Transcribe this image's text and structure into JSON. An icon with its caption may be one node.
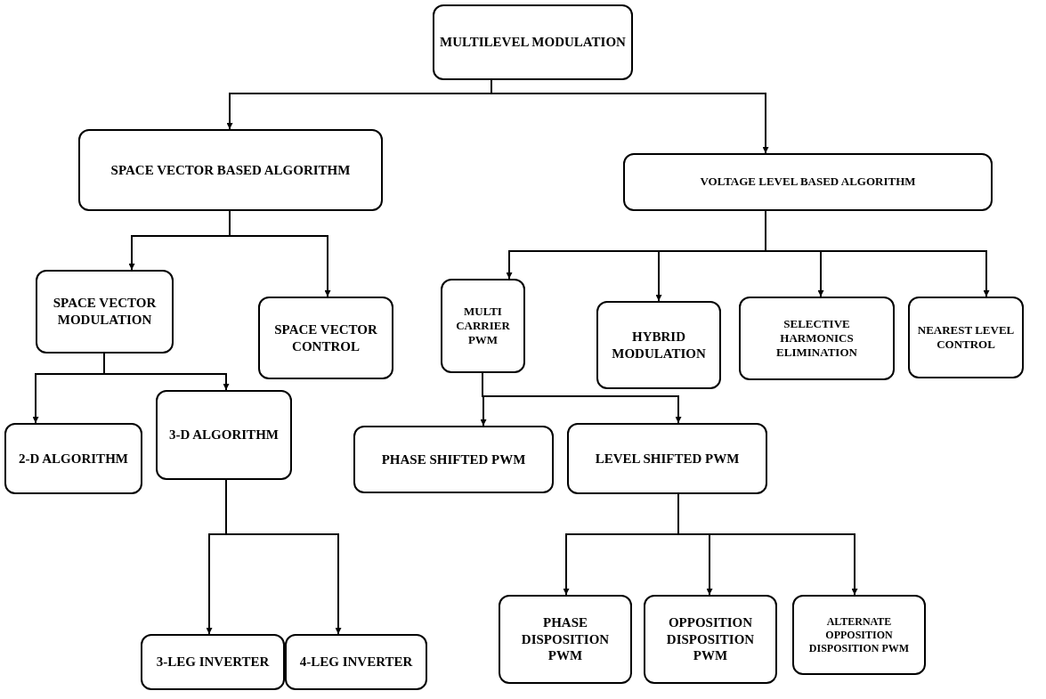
{
  "diagram": {
    "nodes": [
      {
        "text": [
          "MULTILEVEL MODULATION"
        ]
      },
      {
        "text": [
          "SPACE VECTOR BASED ALGORITHM"
        ]
      },
      {
        "text": [
          "VOLTAGE LEVEL BASED ALGORITHM"
        ]
      },
      {
        "text": [
          "SPACE VECTOR MODULATION"
        ]
      },
      {
        "text": [
          "SPACE VECTOR CONTROL"
        ]
      },
      {
        "text": [
          "MULTI CARRIER PWM"
        ]
      },
      {
        "text": [
          "HYBRID MODULATION"
        ]
      },
      {
        "text": [
          "SELECTIVE HARMONICS ELIMINATION"
        ]
      },
      {
        "text": [
          "NEAREST LEVEL CONTROL"
        ]
      },
      {
        "text": [
          "2-D ALGORITHM"
        ]
      },
      {
        "text": [
          "3-D ALGORITHM"
        ]
      },
      {
        "text": [
          "PHASE SHIFTED PWM"
        ]
      },
      {
        "text": [
          "LEVEL SHIFTED PWM"
        ]
      },
      {
        "text": [
          "3-LEG INVERTER"
        ]
      },
      {
        "text": [
          "4-LEG INVERTER"
        ]
      },
      {
        "text": [
          "PHASE DISPOSITION PWM"
        ]
      },
      {
        "text": [
          "OPPOSITION DISPOSITION PWM"
        ]
      },
      {
        "text": [
          "ALTERNATE OPPOSITION DISPOSITION PWM"
        ]
      }
    ],
    "edges": [
      {
        "from": 0,
        "to": 1,
        "arrow": "to"
      },
      {
        "from": 0,
        "to": 2,
        "arrow": "to"
      },
      {
        "from": 1,
        "to": 3,
        "arrow": "to"
      },
      {
        "from": 1,
        "to": 4,
        "arrow": "to"
      },
      {
        "from": 2,
        "to": 5,
        "arrow": "to"
      },
      {
        "from": 2,
        "to": 6,
        "arrow": "to"
      },
      {
        "from": 2,
        "to": 7,
        "arrow": "to"
      },
      {
        "from": 2,
        "to": 8,
        "arrow": "to"
      },
      {
        "from": 3,
        "to": 9,
        "arrow": "to"
      },
      {
        "from": 3,
        "to": 10,
        "arrow": "to"
      },
      {
        "from": 5,
        "to": 11,
        "arrow": "to"
      },
      {
        "from": 5,
        "to": 12,
        "arrow": "to"
      },
      {
        "from": 10,
        "to": 13,
        "arrow": "to"
      },
      {
        "from": 10,
        "to": 14,
        "arrow": "to"
      },
      {
        "from": 12,
        "to": 15,
        "arrow": "to"
      },
      {
        "from": 12,
        "to": 16,
        "arrow": "to"
      },
      {
        "from": 12,
        "to": 17,
        "arrow": "to"
      }
    ]
  }
}
